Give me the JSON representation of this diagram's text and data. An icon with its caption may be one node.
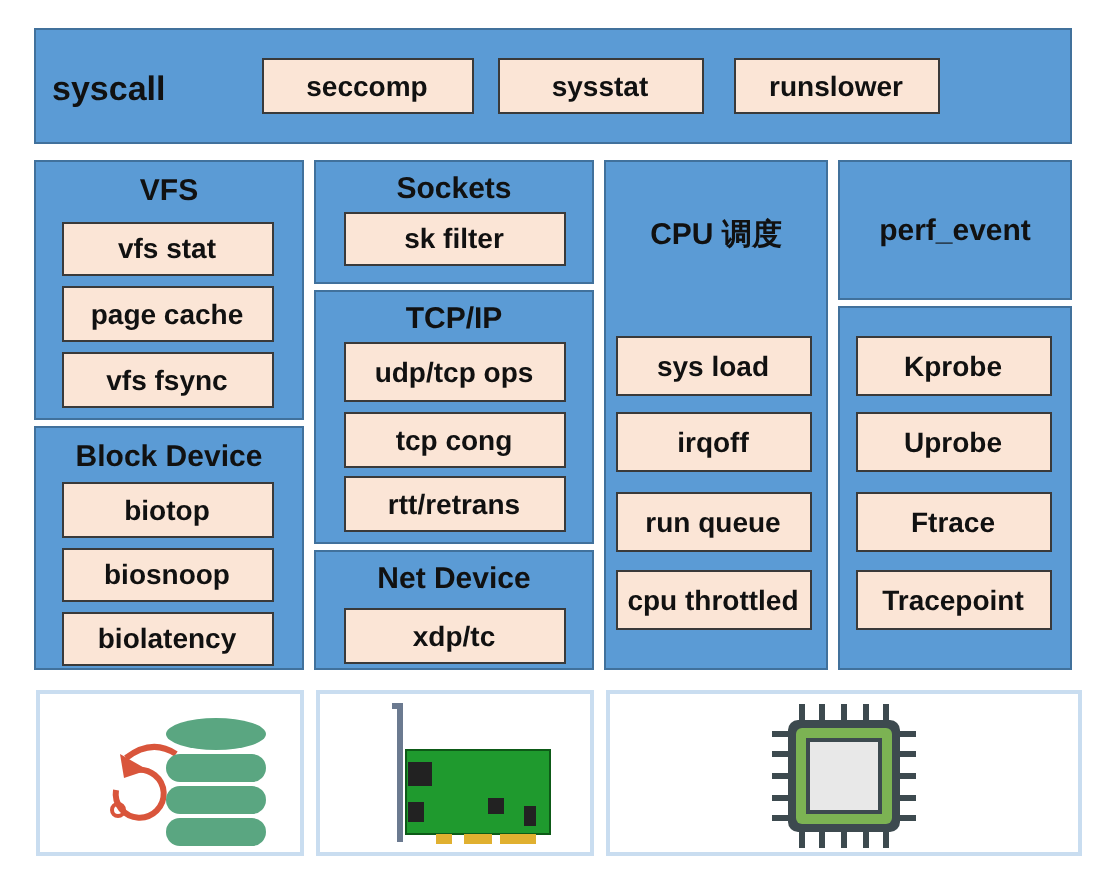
{
  "diagram": {
    "nodes": [
      {
        "text": [
          "syscall"
        ]
      },
      {
        "text": [
          "seccomp"
        ],
        "in": 0
      },
      {
        "text": [
          "sysstat"
        ],
        "in": 0
      },
      {
        "text": [
          "runslower"
        ],
        "in": 0
      },
      {
        "text": [
          "VFS"
        ]
      },
      {
        "text": [
          "vfs stat"
        ],
        "in": 4
      },
      {
        "text": [
          "page cache"
        ],
        "in": 4
      },
      {
        "text": [
          "vfs fsync"
        ],
        "in": 4
      },
      {
        "text": [
          "Block Device"
        ]
      },
      {
        "text": [
          "biotop"
        ],
        "in": 8
      },
      {
        "text": [
          "biosnoop"
        ],
        "in": 8
      },
      {
        "text": [
          "biolatency"
        ],
        "in": 8
      },
      {
        "text": [
          "Sockets"
        ]
      },
      {
        "text": [
          "sk filter"
        ],
        "in": 12
      },
      {
        "text": [
          "TCP/IP"
        ]
      },
      {
        "text": [
          "udp/tcp ops"
        ],
        "in": 14
      },
      {
        "text": [
          "tcp cong"
        ],
        "in": 14
      },
      {
        "text": [
          "rtt/retrans"
        ],
        "in": 14
      },
      {
        "text": [
          "Net Device"
        ]
      },
      {
        "text": [
          "xdp/tc"
        ],
        "in": 18
      },
      {
        "text": [
          "CPU 调度"
        ]
      },
      {
        "text": [
          "sys load"
        ],
        "in": 20
      },
      {
        "text": [
          "irqoff"
        ],
        "in": 20
      },
      {
        "text": [
          "run queue"
        ],
        "in": 20
      },
      {
        "text": [
          "cpu throttled"
        ],
        "in": 20
      },
      {
        "text": [
          "perf_event"
        ]
      },
      {
        "text": [],
        "shape": "box"
      },
      {
        "text": [
          "Kprobe"
        ],
        "in": 26
      },
      {
        "text": [
          "Uprobe"
        ],
        "in": 26
      },
      {
        "text": [
          "Ftrace"
        ],
        "in": 26
      },
      {
        "text": [
          "Tracepoint"
        ],
        "in": 26
      },
      {
        "text": [],
        "shape": "box"
      },
      {
        "text": [],
        "shape": "box"
      },
      {
        "text": [],
        "shape": "box"
      }
    ],
    "edges": []
  }
}
